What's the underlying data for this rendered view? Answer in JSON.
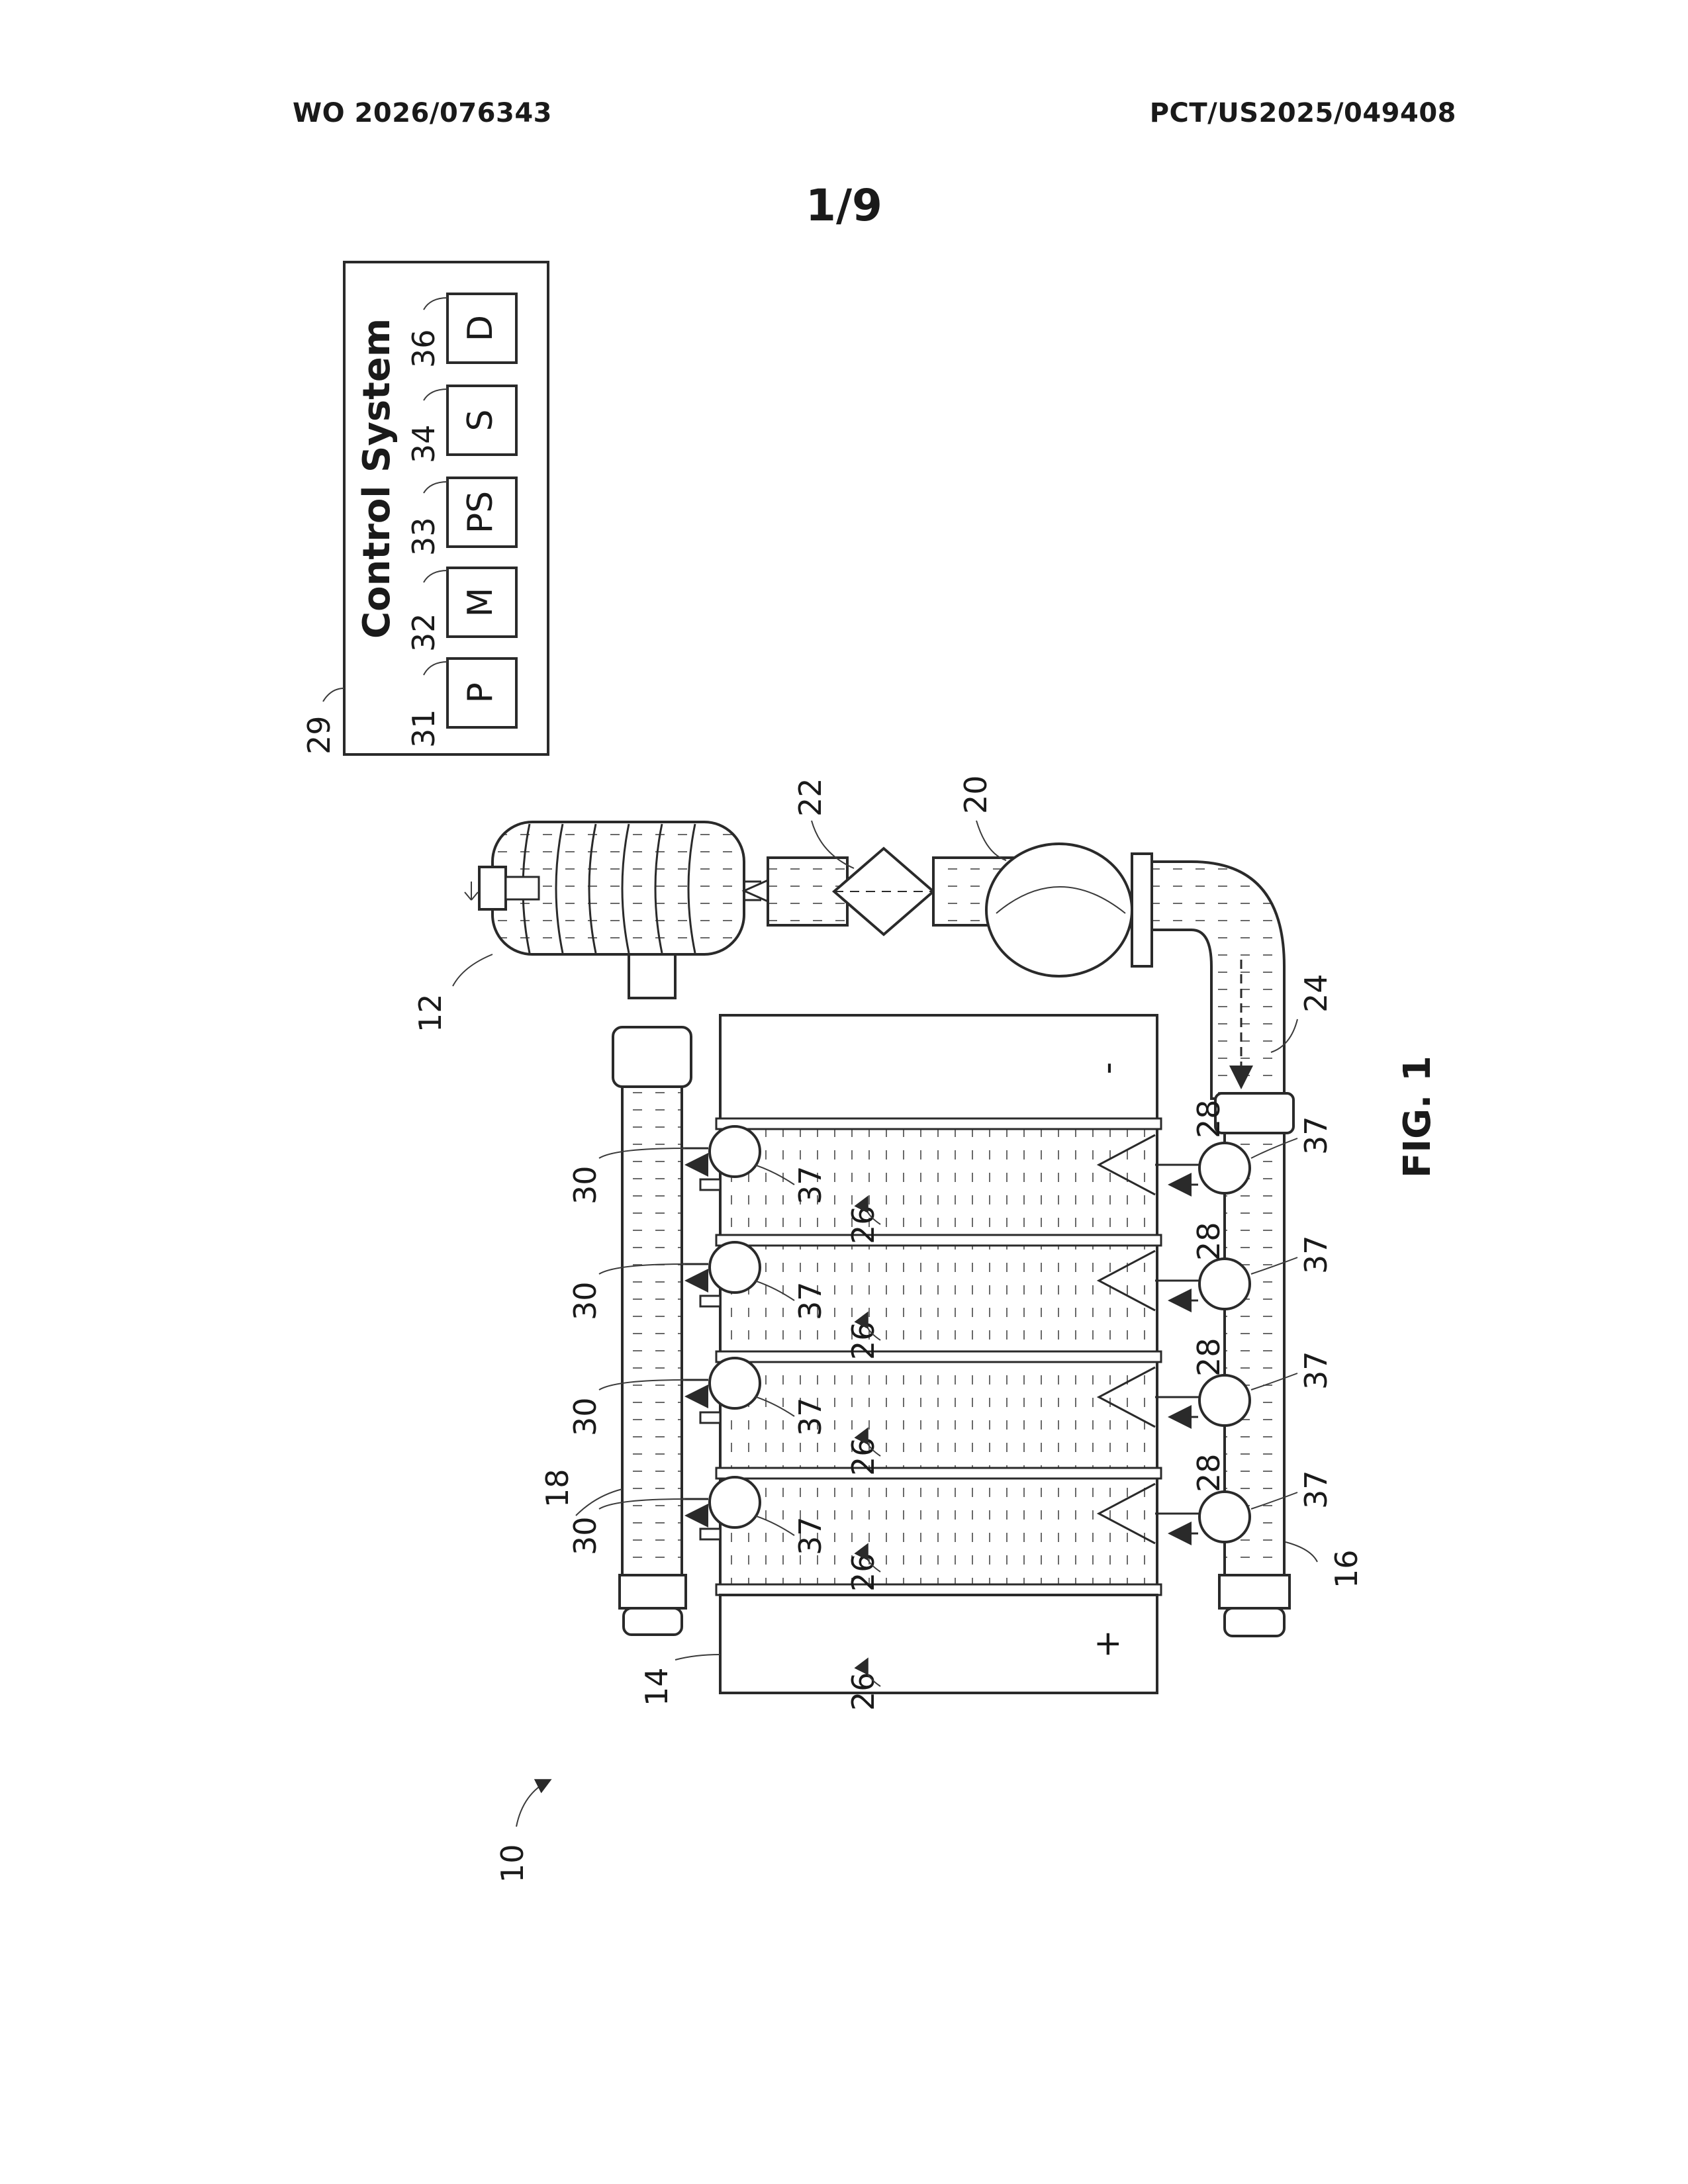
{
  "header": {
    "publication_number": "WO 2026/076343",
    "application_number": "PCT/US2025/049408",
    "sheet": "1/9"
  },
  "figure": {
    "caption": "FIG. 1",
    "control_system": {
      "title": "Control System",
      "ref": "29",
      "modules": [
        {
          "ref": "31",
          "letter": "P"
        },
        {
          "ref": "32",
          "letter": "M"
        },
        {
          "ref": "33",
          "letter": "PS"
        },
        {
          "ref": "34",
          "letter": "S"
        },
        {
          "ref": "36",
          "letter": "D"
        }
      ]
    },
    "terminals": {
      "positive": "+",
      "negative": "-"
    },
    "refs": {
      "system": "10",
      "tank": "12",
      "end_plate_positive": "14",
      "inlet_manifold": "16",
      "outlet_manifold": "18",
      "pump": "20",
      "filter": "22",
      "feed_line": "24",
      "cell": "26",
      "inlet_branch": "28",
      "outlet_branch": "30",
      "valve": "37"
    }
  }
}
